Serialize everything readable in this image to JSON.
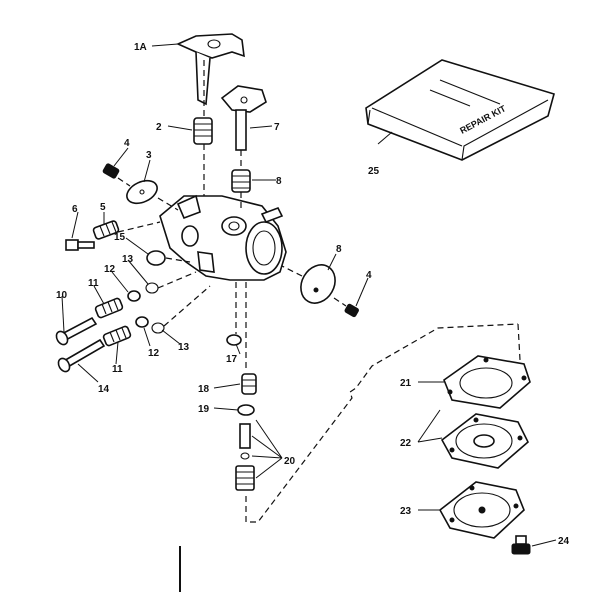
{
  "labels": {
    "l1a": "1A",
    "l2": "2",
    "l3": "3",
    "l4a": "4",
    "l4b": "4",
    "l5": "5",
    "l6": "6",
    "l7": "7",
    "l8a": "8",
    "l8b": "8",
    "l10": "10",
    "l11a": "11",
    "l11b": "11",
    "l12a": "12",
    "l12b": "12",
    "l13a": "13",
    "l13b": "13",
    "l14": "14",
    "l15": "15",
    "l17": "17",
    "l18": "18",
    "l19": "19",
    "l20": "20",
    "l21": "21",
    "l22": "22",
    "l23": "23",
    "l24": "24",
    "l25": "25"
  },
  "repair_kit_text": "REPAIR KIT"
}
